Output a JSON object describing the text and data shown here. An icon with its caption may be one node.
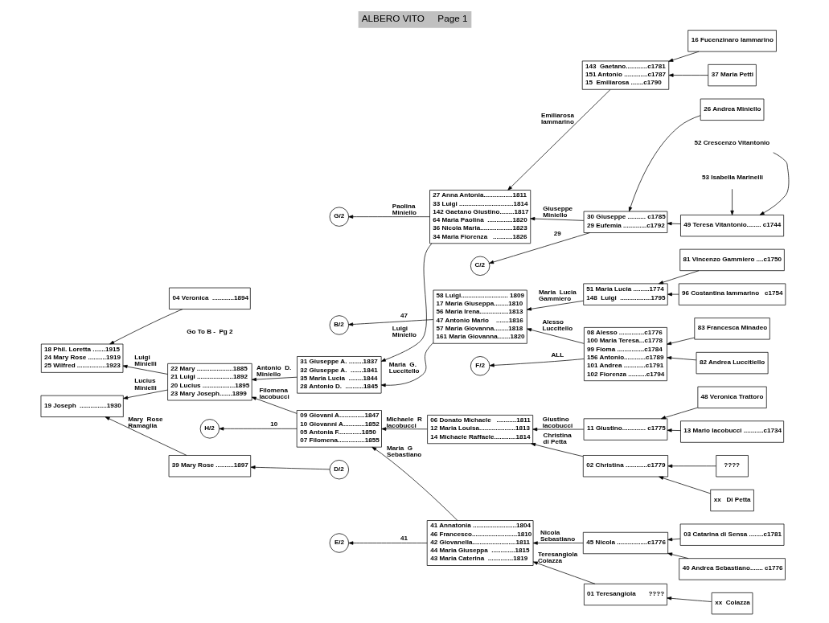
{
  "diagram": {
    "title": "ALBERO VITO     Page 1",
    "nodes": [
      {
        "text": [
          "04 Veronica  ............1894"
        ]
      },
      {
        "text": [
          "18 Phil. Loretta .......1915",
          "24 Mary Rose ..........1919",
          "25 Wilfred ................1923"
        ]
      },
      {
        "text": [
          "22 Mary ....................1885",
          "21 Luigi ....................1892",
          "20 Lucius ..................1895",
          "23 Mary Joseph.......1899"
        ]
      },
      {
        "text": [
          "19 Joseph  ...............1930"
        ]
      },
      {
        "text": [
          "39 Mary Rose ..........1897"
        ]
      },
      {
        "text": [
          "D/2"
        ]
      },
      {
        "text": [
          "31 Giuseppe A. ........1837",
          "32 Giuseppe A.  .......1841",
          "35 Maria Lucia  ........1844",
          "28 Antonio D.  ..........1845"
        ]
      },
      {
        "text": [
          "09 Giovani A..............1847",
          "10 Giovanni A............1852",
          "05 Antonia F.............1850",
          "07 Filomena...............1855"
        ]
      },
      {
        "text": [
          "H/2"
        ]
      },
      {
        "text": [
          "G/2"
        ]
      },
      {
        "text": [
          "27 Anna Antonia................1811",
          "33 Luigi ..............................1814",
          "142 Gaetano Giustino........1817",
          "64 Maria Paolina  ..............1820",
          "36 Nicola Maria..................1823",
          "34 Maria Fiorenza   ...........1826"
        ]
      },
      {
        "text": [
          "58 Luigi.......................... 1809",
          "17 Maria Giuseppa........1810",
          "56 Maria Irena................1813",
          "47 Antonio Mario    .......1816",
          "57 Maria Giovanna........1818",
          "161 Maria Giovanna.......1820"
        ]
      },
      {
        "text": [
          "B/2"
        ]
      },
      {
        "text": [
          "06 Donato Michaele   ...........1811",
          "12 Maria Louisa....................1813",
          "14 Michaele Raffaele............1814"
        ]
      },
      {
        "text": [
          "41 Annatonia ........................1804",
          "46 Francesco.........................1810",
          "42 Giovanella........................1811",
          "44 Maria Giuseppa  .............1815",
          "43 Maria Caterina  ..............1819"
        ]
      },
      {
        "text": [
          "E/2"
        ]
      },
      {
        "text": [
          "30 Giuseppe .......... c1785",
          "29 Eufemia .............c1792"
        ]
      },
      {
        "text": [
          "C/2"
        ]
      },
      {
        "text": [
          "143  Gaetano............c1781",
          "151 Antonio .............c1787",
          "15  Emiliarosa .......c1790"
        ]
      },
      {
        "text": [
          "08 Alesso ..............c1776",
          "100 Maria Teresa...c1778",
          "99 Fioma ...............c1784",
          "156 Antonio............c1789",
          "101 Andrea ............c1791",
          "102 Fiorenza ..........c1794"
        ]
      },
      {
        "text": [
          "F/2"
        ]
      },
      {
        "text": [
          "51 Maria Lucia .........1774",
          "148  Luigi  .................1795"
        ]
      },
      {
        "text": [
          "11 Giustino............. c1775"
        ]
      },
      {
        "text": [
          "02 Christina ............c1779"
        ]
      },
      {
        "text": [
          "45 Nicola .................c1776"
        ]
      },
      {
        "text": [
          "01 Teresangiola       ????"
        ]
      },
      {
        "text": [
          "26 Andrea Miniello"
        ]
      },
      {
        "text": [
          "52 Crescenzo Vitantonio"
        ]
      },
      {
        "text": [
          "49 Teresa Vitantonio........ c1744"
        ]
      },
      {
        "text": [
          "53 Isabella Marinelli"
        ]
      },
      {
        "text": [
          "16 Fucenzinaro Iammarino"
        ]
      },
      {
        "text": [
          "37 Maria Petti"
        ]
      },
      {
        "text": [
          "82 Andrea Luccitiello"
        ]
      },
      {
        "text": [
          "83 Francesca Minadeo"
        ]
      },
      {
        "text": [
          "81 Vincenzo Gammiero ....c1750"
        ]
      },
      {
        "text": [
          "96 Costantina Iammarino   c1754"
        ]
      },
      {
        "text": [
          "13 Mario Iacobucci ...........c1734"
        ]
      },
      {
        "text": [
          "48 Veronica Trattoro"
        ]
      },
      {
        "text": [
          "xx   Di Petta"
        ]
      },
      {
        "text": [
          "????"
        ]
      },
      {
        "text": [
          "40 Andrea Sebastiano....... c1776"
        ]
      },
      {
        "text": [
          "03 Catarina di Sensa ........c1781"
        ]
      },
      {
        "text": [
          "xx  Colazza"
        ]
      }
    ],
    "edges": [
      {
        "from": 0,
        "to": 1,
        "arrow": "to"
      },
      {
        "from": 2,
        "to": 1,
        "arrow": "to",
        "label": "Luigi  Minielli"
      },
      {
        "from": 2,
        "to": 3,
        "arrow": "to",
        "label": "Lucius Minielli"
      },
      {
        "from": 4,
        "to": 3,
        "arrow": "to",
        "label": "Mary  Rose Ramaglia"
      },
      {
        "from": 5,
        "to": 4,
        "arrow": "to"
      },
      {
        "from": 6,
        "to": 2,
        "arrow": "to",
        "label": "Antonio  D. Miniello"
      },
      {
        "from": 7,
        "to": 2,
        "arrow": "to",
        "label": "Filomena Iacobucci"
      },
      {
        "from": 7,
        "to": 8,
        "arrow": "to",
        "label": "10"
      },
      {
        "from": 10,
        "to": 9,
        "arrow": "to",
        "label": "Paolina Miniello"
      },
      {
        "from": 10,
        "to": 6,
        "arrow": "to",
        "label": "Luigi Miniello"
      },
      {
        "from": 11,
        "to": 6,
        "arrow": "to",
        "label": "Maria  G. Luccitello"
      },
      {
        "from": 11,
        "to": 12,
        "arrow": "to",
        "label": "47"
      },
      {
        "from": 13,
        "to": 7,
        "arrow": "to",
        "label": "Michaele  R Iacobucci"
      },
      {
        "from": 14,
        "to": 7,
        "arrow": "to",
        "label": "Maria  G Sebastiano"
      },
      {
        "from": 14,
        "to": 15,
        "arrow": "to",
        "label": "41"
      },
      {
        "from": 16,
        "to": 10,
        "arrow": "to",
        "label": "Giuseppe Miniello"
      },
      {
        "from": 18,
        "to": 10,
        "arrow": "to",
        "label": "Emiliarosa Iammarino"
      },
      {
        "from": 16,
        "to": 17,
        "arrow": "to",
        "label": "29"
      },
      {
        "from": 19,
        "to": 11,
        "arrow": "to",
        "label": "Alesso Luccitello"
      },
      {
        "from": 21,
        "to": 11,
        "arrow": "to",
        "label": "Maria  Lucia Gammiero"
      },
      {
        "from": 19,
        "to": 20,
        "arrow": "to",
        "label": "ALL"
      },
      {
        "from": 22,
        "to": 13,
        "arrow": "to",
        "label": "Giustino Iacobucci"
      },
      {
        "from": 23,
        "to": 13,
        "arrow": "to",
        "label": "Christina di Petta"
      },
      {
        "from": 24,
        "to": 14,
        "arrow": "to",
        "label": "Nicola Sebastiano"
      },
      {
        "from": 25,
        "to": 14,
        "arrow": "to",
        "label": "Teresangiola Colazza"
      },
      {
        "from": 26,
        "to": 16,
        "arrow": "to"
      },
      {
        "from": 28,
        "to": 16,
        "arrow": "to"
      },
      {
        "from": 27,
        "to": 28,
        "arrow": "to"
      },
      {
        "from": 29,
        "to": 28,
        "arrow": "to"
      },
      {
        "from": 30,
        "to": 18,
        "arrow": "to"
      },
      {
        "from": 31,
        "to": 18,
        "arrow": "to"
      },
      {
        "from": 32,
        "to": 19,
        "arrow": "to"
      },
      {
        "from": 33,
        "to": 19,
        "arrow": "to"
      },
      {
        "from": 34,
        "to": 21,
        "arrow": "to"
      },
      {
        "from": 35,
        "to": 21,
        "arrow": "to"
      },
      {
        "from": 36,
        "to": 22,
        "arrow": "to"
      },
      {
        "from": 37,
        "to": 22,
        "arrow": "to"
      },
      {
        "from": 38,
        "to": 23,
        "arrow": "to"
      },
      {
        "from": 39,
        "to": 23,
        "arrow": "to"
      },
      {
        "from": 40,
        "to": 24,
        "arrow": "to"
      },
      {
        "from": 41,
        "to": 24,
        "arrow": "to"
      },
      {
        "from": 42,
        "to": 25,
        "arrow": "to"
      }
    ],
    "labels": [
      "Go To B -  Pg 2"
    ]
  }
}
